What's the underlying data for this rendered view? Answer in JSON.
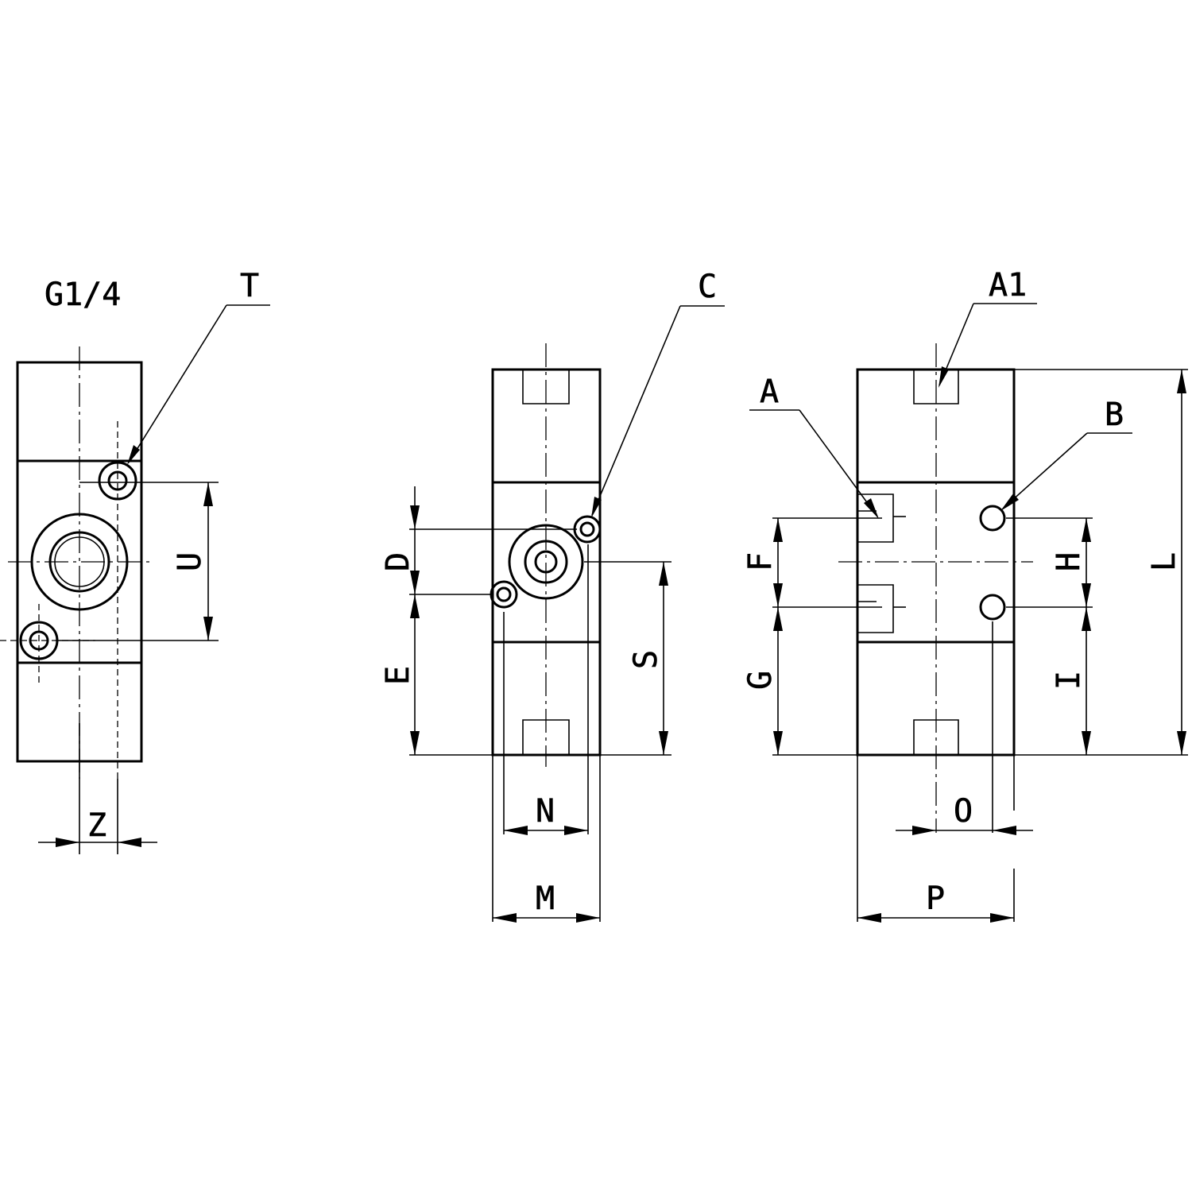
{
  "labels": {
    "thread": "G1/4",
    "T": "T",
    "U": "U",
    "Z": "Z",
    "C": "C",
    "D": "D",
    "E": "E",
    "S": "S",
    "N": "N",
    "M": "M",
    "A1": "A1",
    "A": "A",
    "B": "B",
    "F": "F",
    "G": "G",
    "H": "H",
    "I": "I",
    "L": "L",
    "O": "O",
    "P": "P"
  }
}
